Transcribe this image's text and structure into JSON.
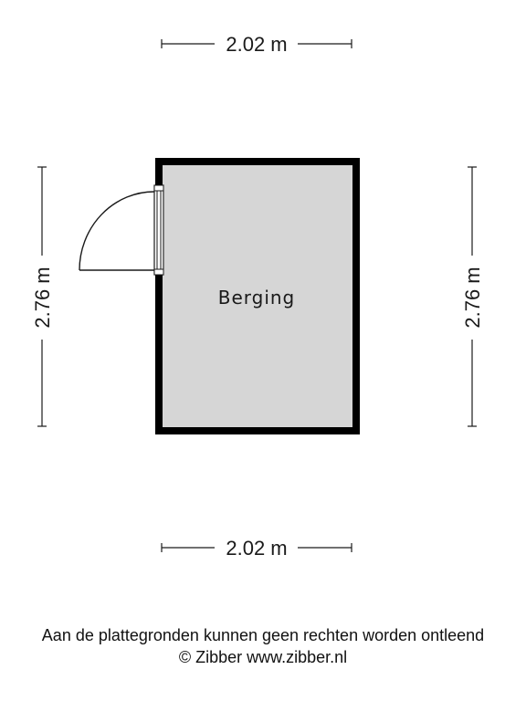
{
  "dimensions": {
    "top_width": "2.02 m",
    "bottom_width": "2.02 m",
    "left_height": "2.76 m",
    "right_height": "2.76 m"
  },
  "room": {
    "name": "Berging"
  },
  "footer": {
    "disclaimer": "Aan de plattegronden kunnen geen rechten worden ontleend",
    "copyright": "© Zibber www.zibber.nl"
  },
  "colors": {
    "wall": "#000000",
    "floor": "#d6d6d6",
    "dimension_line": "#1a1a1a"
  }
}
